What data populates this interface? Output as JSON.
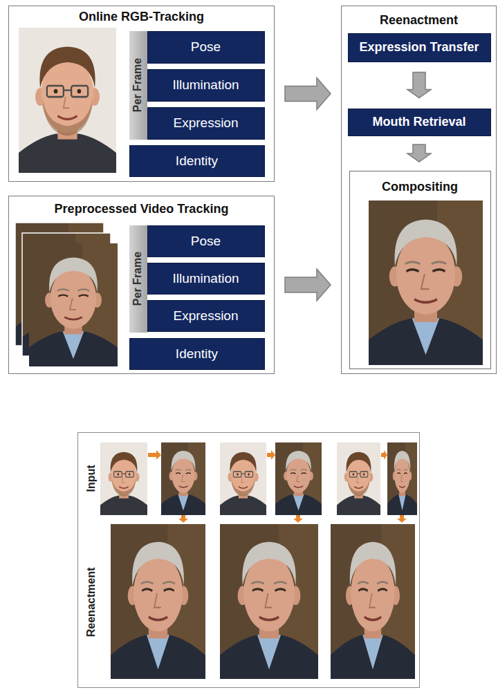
{
  "diagram": {
    "nodes": [
      {
        "text": [
          "Online RGB-Tracking"
        ]
      },
      {
        "text": [
          "Per Frame"
        ],
        "in": 0
      },
      {
        "text": [
          "Pose"
        ],
        "in": 0
      },
      {
        "text": [
          "Illumination"
        ],
        "in": 0
      },
      {
        "text": [
          "Expression"
        ],
        "in": 0
      },
      {
        "text": [
          "Identity"
        ],
        "in": 0
      },
      {
        "text": [
          "Preprocessed Video Tracking"
        ]
      },
      {
        "text": [
          "Per Frame"
        ],
        "in": 6
      },
      {
        "text": [
          "Pose"
        ],
        "in": 6
      },
      {
        "text": [
          "Illumination"
        ],
        "in": 6
      },
      {
        "text": [
          "Expression"
        ],
        "in": 6
      },
      {
        "text": [
          "Identity"
        ],
        "in": 6
      },
      {
        "text": [
          "Reenactment"
        ]
      },
      {
        "text": [
          "Expression Transfer"
        ],
        "in": 12
      },
      {
        "text": [
          "Mouth Retrieval"
        ],
        "in": 12
      },
      {
        "text": [
          "Compositing"
        ],
        "in": 12
      },
      {
        "text": [
          "Input",
          "Reenactment"
        ]
      }
    ],
    "edges": [
      {
        "from": 0,
        "to": 12,
        "arrow": "to"
      },
      {
        "from": 6,
        "to": 12,
        "arrow": "to"
      },
      {
        "from": 13,
        "to": 14,
        "arrow": "to"
      },
      {
        "from": 14,
        "to": 15,
        "arrow": "to"
      }
    ]
  }
}
